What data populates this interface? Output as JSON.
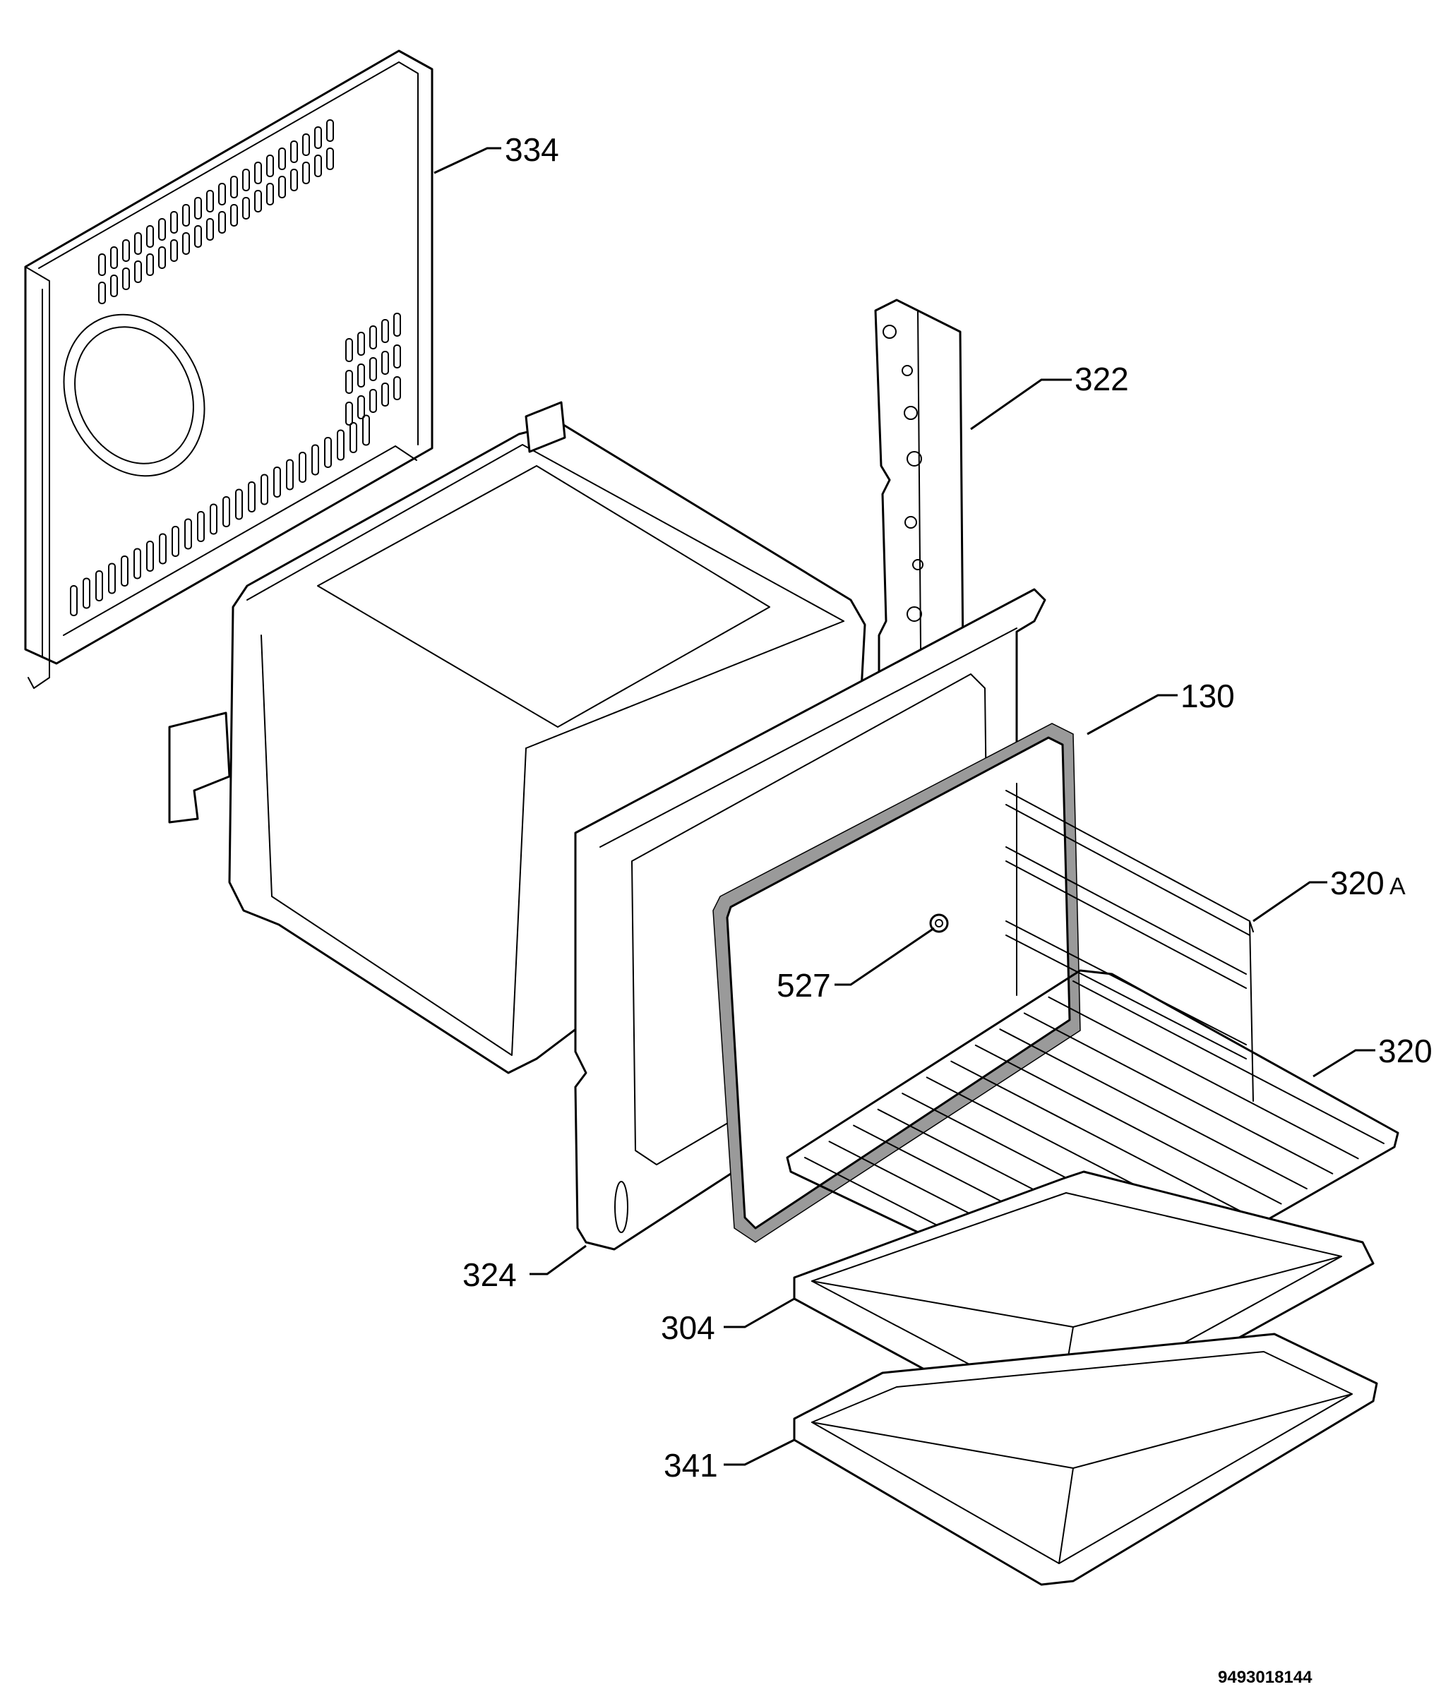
{
  "diagram": {
    "parts": [
      {
        "id": "p334",
        "label": "334",
        "name": "back-panel"
      },
      {
        "id": "p322",
        "label": "322",
        "name": "side-bracket"
      },
      {
        "id": "p130",
        "label": "130",
        "name": "door-seal"
      },
      {
        "id": "p320a",
        "label": "320",
        "suffix": "A",
        "name": "shelf-runner"
      },
      {
        "id": "p527",
        "label": "527",
        "name": "lamp-holder"
      },
      {
        "id": "p320",
        "label": "320",
        "name": "wire-shelf"
      },
      {
        "id": "p324",
        "label": "324",
        "name": "front-frame"
      },
      {
        "id": "p304",
        "label": "304",
        "name": "baking-tray"
      },
      {
        "id": "p341",
        "label": "341",
        "name": "drip-tray"
      }
    ],
    "document_number": "9493018144"
  }
}
